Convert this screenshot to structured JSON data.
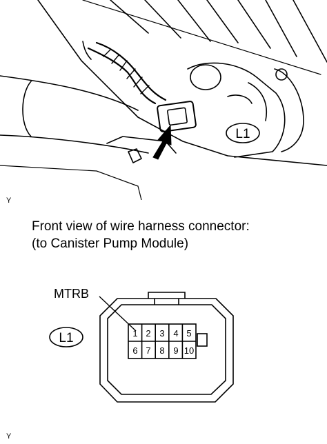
{
  "figure_marks": {
    "top_mark": "Y",
    "bottom_mark": "Y"
  },
  "caption": {
    "line1": "Front view of wire harness connector:",
    "line2": "(to Canister Pump Module)"
  },
  "labels": {
    "connector_id_top": "L1",
    "connector_id_bottom": "L1",
    "callout": "MTRB"
  },
  "connector": {
    "pins_row1": [
      "1",
      "2",
      "3",
      "4",
      "5"
    ],
    "pins_row2": [
      "6",
      "7",
      "8",
      "9",
      "10"
    ]
  }
}
